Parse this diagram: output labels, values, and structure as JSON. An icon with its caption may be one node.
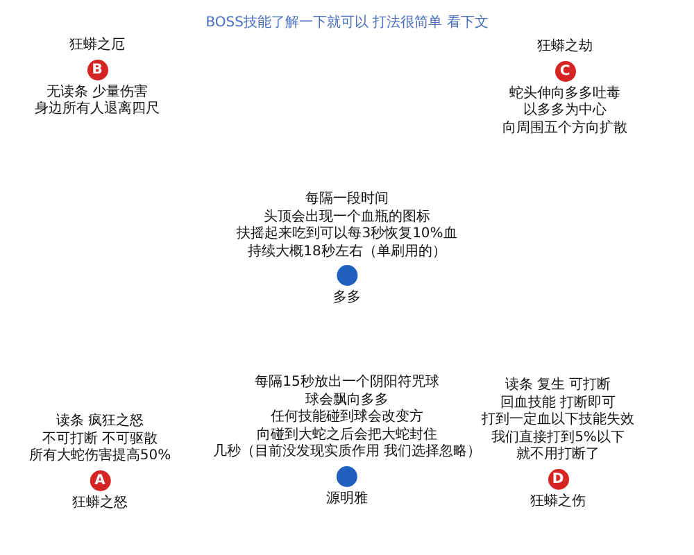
{
  "diagram": {
    "title": "BOSS技能了解一下就可以 打法很简单 看下文",
    "nodes": [
      {
        "text": [
          "B"
        ],
        "beside": [
          "狂蟒之厄",
          "无读条 少量伤害身边所有人退离四尺"
        ]
      },
      {
        "text": [
          "C"
        ],
        "beside": [
          "狂蟒之劫",
          "蛇头伸向多多吐毒以多多为中心向周围五个方向扩散"
        ]
      },
      {
        "text": [],
        "shape": "circle",
        "beside": [
          "每隔一段时间头顶会出现一个血瓶的图标扶摇起来吃到可以每3秒恢复10%血持续大概18秒左右（单刷用的）",
          "多多"
        ]
      },
      {
        "text": [
          "A"
        ],
        "beside": [
          "读条 疯狂之怒不可打断 不可驱散所有大蛇伤害提高50%",
          "狂蟒之怒"
        ]
      },
      {
        "text": [],
        "shape": "circle",
        "beside": [
          "每隔15秒放出一个阴阳符咒球球会飘向多多任何技能碰到球会改变方向碰到大蛇之后会把大蛇封住几秒（目前没发现实质作用 我们选择忽略）",
          "源明雅"
        ]
      },
      {
        "text": [
          "D"
        ],
        "beside": [
          "读条 复生 可打断回血技能 打断即可打到一定血以下技能失效我们直接打到5%以下就不用打断了",
          "狂蟒之伤"
        ]
      }
    ]
  }
}
